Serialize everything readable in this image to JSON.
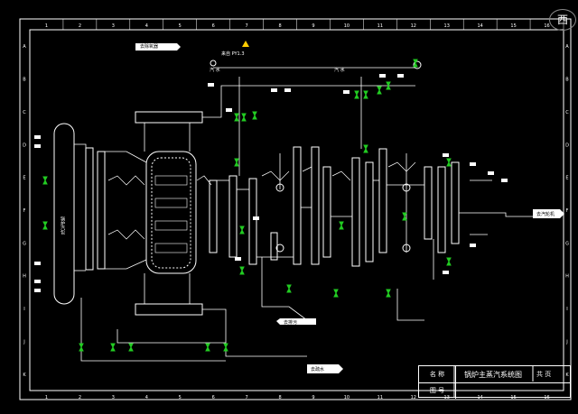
{
  "viewer": {
    "compass_label": "西"
  },
  "drawing": {
    "title_block": {
      "row1_label": "名 称",
      "row2_label": "图 号",
      "title": "锅炉主蒸汽系统图",
      "sheet": "共 页"
    },
    "column_numbers": [
      "1",
      "2",
      "3",
      "4",
      "5",
      "6",
      "7",
      "8",
      "9",
      "10",
      "11",
      "12",
      "13",
      "14",
      "15",
      "16"
    ],
    "row_letters": [
      "A",
      "B",
      "C",
      "D",
      "E",
      "F",
      "G",
      "H",
      "I",
      "J",
      "K"
    ],
    "labels": {
      "top_left_arrow": "去除氧器",
      "top_center_label": "来自 PY1.3",
      "steam_a": "汽 水",
      "steam_b": "汽 水",
      "left_drum": "锅炉汽包",
      "right_arrow": "去汽轮机",
      "bottom_left_arrow": "去排污",
      "bottom_center_arrow": "去疏水"
    }
  },
  "colors": {
    "background": "#000000",
    "line": "#ffffff",
    "valve": "#22cc22",
    "accent": "#ff3333"
  }
}
